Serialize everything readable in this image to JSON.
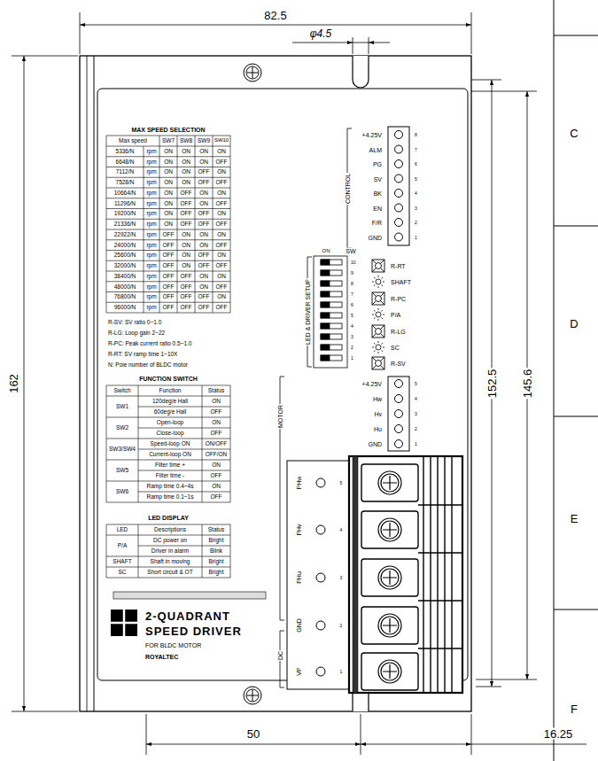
{
  "diagram": {
    "labels": [
      "82.5",
      "φ4.5",
      "162",
      "152.5",
      "145.6",
      "50",
      "16.25",
      "C",
      "D",
      "E",
      "F",
      "CONTROL",
      "+4.25V",
      "ALM",
      "PG",
      "SV",
      "BK",
      "EN",
      "F/R",
      "GND",
      "8",
      "7",
      "6",
      "5",
      "4",
      "3",
      "2",
      "1",
      "LED & DRIVER SETUP",
      "SW",
      "ON",
      "10",
      "9",
      "8",
      "7",
      "6",
      "5",
      "4",
      "3",
      "2",
      "1",
      "R-RT",
      "SHAFT",
      "R-PC",
      "P/A",
      "R-LG",
      "SC",
      "R-SV",
      "MOTOR",
      "+4.25V",
      "Hw",
      "Hv",
      "Hu",
      "GND",
      "5",
      "4",
      "3",
      "2",
      "1",
      "PHw",
      "PHv",
      "PHu",
      "GND",
      "VP",
      "5",
      "4",
      "3",
      "2",
      "1",
      "DC",
      "MAX SPEED SELECTION",
      "Max speed",
      "SW7",
      "SW8",
      "SW9",
      "SW10",
      "5336/N",
      "rpm",
      "ON",
      "ON",
      "ON",
      "ON",
      "6648/N",
      "rpm",
      "ON",
      "ON",
      "ON",
      "OFF",
      "7112/N",
      "rpm",
      "ON",
      "ON",
      "OFF",
      "ON",
      "7528/N",
      "rpm",
      "ON",
      "ON",
      "OFF",
      "OFF",
      "10664/N",
      "rpm",
      "ON",
      "OFF",
      "ON",
      "ON",
      "11296/N",
      "rpm",
      "ON",
      "OFF",
      "ON",
      "OFF",
      "19200/N",
      "rpm",
      "ON",
      "OFF",
      "OFF",
      "ON",
      "21336/N",
      "rpm",
      "ON",
      "OFF",
      "OFF",
      "OFF",
      "22922/N",
      "rpm",
      "OFF",
      "ON",
      "ON",
      "ON",
      "24000/N",
      "rpm",
      "OFF",
      "ON",
      "ON",
      "OFF",
      "25600/N",
      "rpm",
      "OFF",
      "ON",
      "OFF",
      "ON",
      "32000/N",
      "rpm",
      "OFF",
      "ON",
      "OFF",
      "OFF",
      "38400/N",
      "rpm",
      "OFF",
      "OFF",
      "ON",
      "ON",
      "48000/N",
      "rpm",
      "OFF",
      "OFF",
      "ON",
      "OFF",
      "76800/N",
      "rpm",
      "OFF",
      "OFF",
      "OFF",
      "ON",
      "96000/N",
      "rpm",
      "OFF",
      "OFF",
      "OFF",
      "OFF",
      "R-SV: SV ratio 0~1.0",
      "R-LG: Loop gain 2~22",
      "R-PC: Peak current ratio 0.5~1.0",
      "R-RT: SV ramp time 1~10X",
      "N: Pole number of BLDC motor",
      "FUNCTION SWITCH",
      "Switch",
      "Function",
      "Status",
      "SW1",
      "120deg/e Hall",
      "ON",
      "60deg/e Hall",
      "OFF",
      "SW2",
      "Open-loop",
      "ON",
      "Close-loop",
      "OFF",
      "SW3/SW4",
      "Speed-loop ON",
      "ON/OFF",
      "Current-loop ON",
      "OFF/ON",
      "SW5",
      "Filter time +",
      "ON",
      "Filter time -",
      "OFF",
      "SW6",
      "Ramp time 0.4~4s",
      "ON",
      "Ramp time 0.1~1s",
      "OFF",
      "LED DISPLAY",
      "LED",
      "Descriptions",
      "Status",
      "P/A",
      "DC power on",
      "Bright",
      "Driver in alarm",
      "Blink",
      "SHAFT",
      "Shaft in moving",
      "Bright",
      "SC",
      "Short circuit & OT",
      "Bright",
      "2-QUADRANT",
      "SPEED DRIVER",
      "FOR BLDC MOTOR",
      "ROYALTEC"
    ]
  }
}
